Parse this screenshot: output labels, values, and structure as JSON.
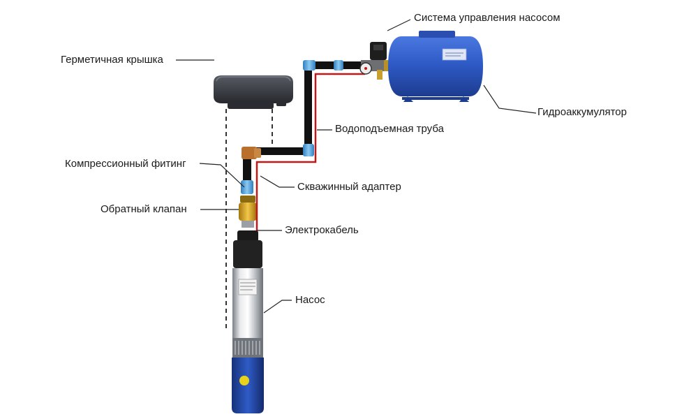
{
  "labels": {
    "control_system": "Система управления насосом",
    "sealed_cap": "Герметичная крышка",
    "accumulator": "Гидроаккумулятор",
    "riser_pipe": "Водоподъемная труба",
    "compression_fitting": "Компрессионный фитинг",
    "well_adapter": "Скважинный адаптер",
    "check_valve": "Обратный клапан",
    "power_cable": "Электрокабель",
    "pump": "Насос"
  },
  "colors": {
    "tank": "#2f5bc7",
    "pipe": "#111111",
    "cable": "#c01818",
    "fitting_blue": "#4aa3e0",
    "brass": "#d8a21e",
    "pump_body": "#c9ccd0",
    "pump_base": "#2346a8",
    "cap": "#3a3d44",
    "leader": "#222222"
  }
}
